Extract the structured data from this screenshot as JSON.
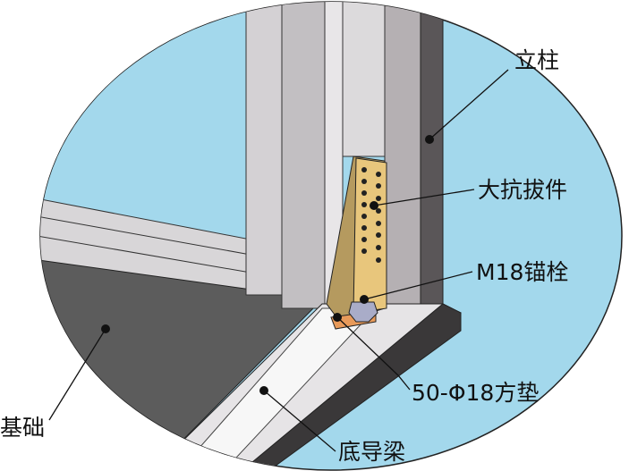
{
  "labels": {
    "column": "立柱",
    "hold_down": "大抗拔件",
    "anchor_bolt": "M18锚栓",
    "washer": "50-Φ18方垫",
    "bottom_track": "底导梁",
    "foundation": "基础"
  },
  "colors": {
    "background_ellipse": "#a3d8ec",
    "steel": "#c9c6c9",
    "dark_steel": "#5a5658",
    "hold_down_plate": "#e8c67c",
    "foundation": "#5c5c5c"
  }
}
